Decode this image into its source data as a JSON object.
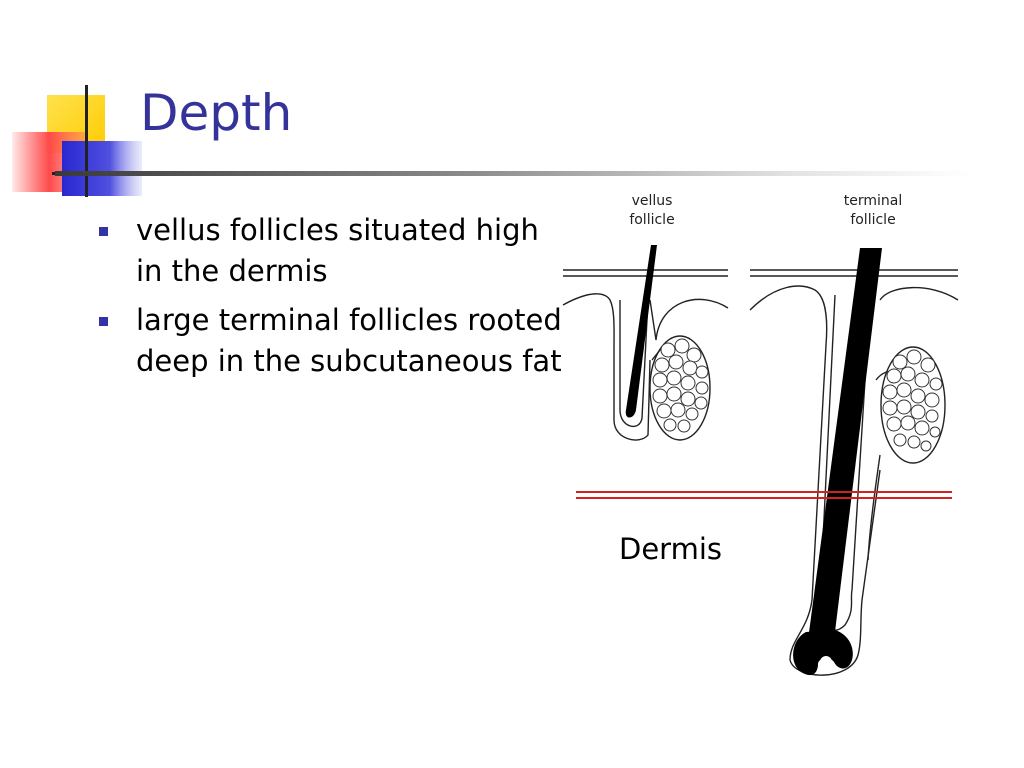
{
  "slide": {
    "title": "Depth",
    "bullets": [
      "vellus follicles situated high in the dermis",
      "large terminal follicles rooted deep in the subcutaneous fat"
    ]
  },
  "diagram": {
    "labels": {
      "vellus_line1": "vellus",
      "vellus_line2": "follicle",
      "terminal_line1": "terminal",
      "terminal_line2": "follicle"
    },
    "boundary_label": "Dermis"
  },
  "colors": {
    "title": "#33339a",
    "bullet_marker": "#3333a8",
    "boundary_line": "#d42020",
    "logo_yellow": "#ffd21a",
    "logo_blue": "#3030d8",
    "logo_red": "#ff3b3b"
  }
}
